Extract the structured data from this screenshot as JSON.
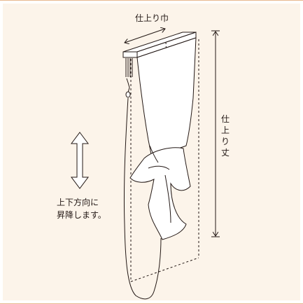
{
  "labels": {
    "finished_width": "仕上り巾",
    "finished_length": "仕上り丈",
    "motion_line1": "上下方向に",
    "motion_line2": "昇降します。"
  },
  "colors": {
    "background_panel": "#fcf4ea",
    "line": "#231815",
    "accent_border": "#e8b98e",
    "fabric_fill": "#ffffff"
  },
  "icons": {
    "motion_arrow": "double-headed-vertical-arrow"
  }
}
